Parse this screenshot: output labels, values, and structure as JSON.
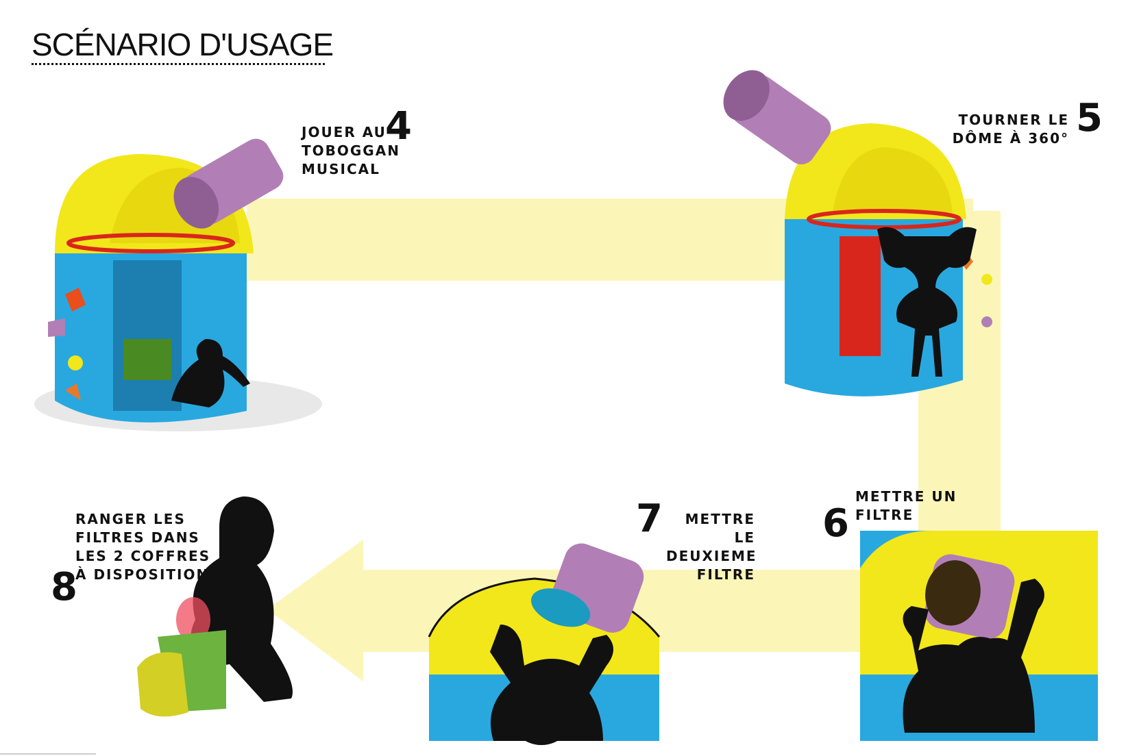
{
  "title": "SCÉNARIO D'USAGE",
  "steps": [
    {
      "number": "4",
      "label": "JOUER AU\nTOBOGGAN\nMUSICAL"
    },
    {
      "number": "5",
      "label": "TOURNER LE\nDÔME À 360°"
    },
    {
      "number": "6",
      "label": "METTRE UN\nFILTRE"
    },
    {
      "number": "7",
      "label": "METTRE LE\nDEUXIEME\nFILTRE"
    },
    {
      "number": "8",
      "label": "RANGER LES\nFILTRES DANS\nLES 2 COFFRES\nÀ DISPOSITION"
    }
  ],
  "colors": {
    "arrow": "#fbf6b8",
    "dome": "#f2e71a",
    "body": "#29a8df",
    "tube": "#b17fb5",
    "rail": "#d9261c",
    "silhouette": "#111111",
    "chest": "#6db33f"
  }
}
